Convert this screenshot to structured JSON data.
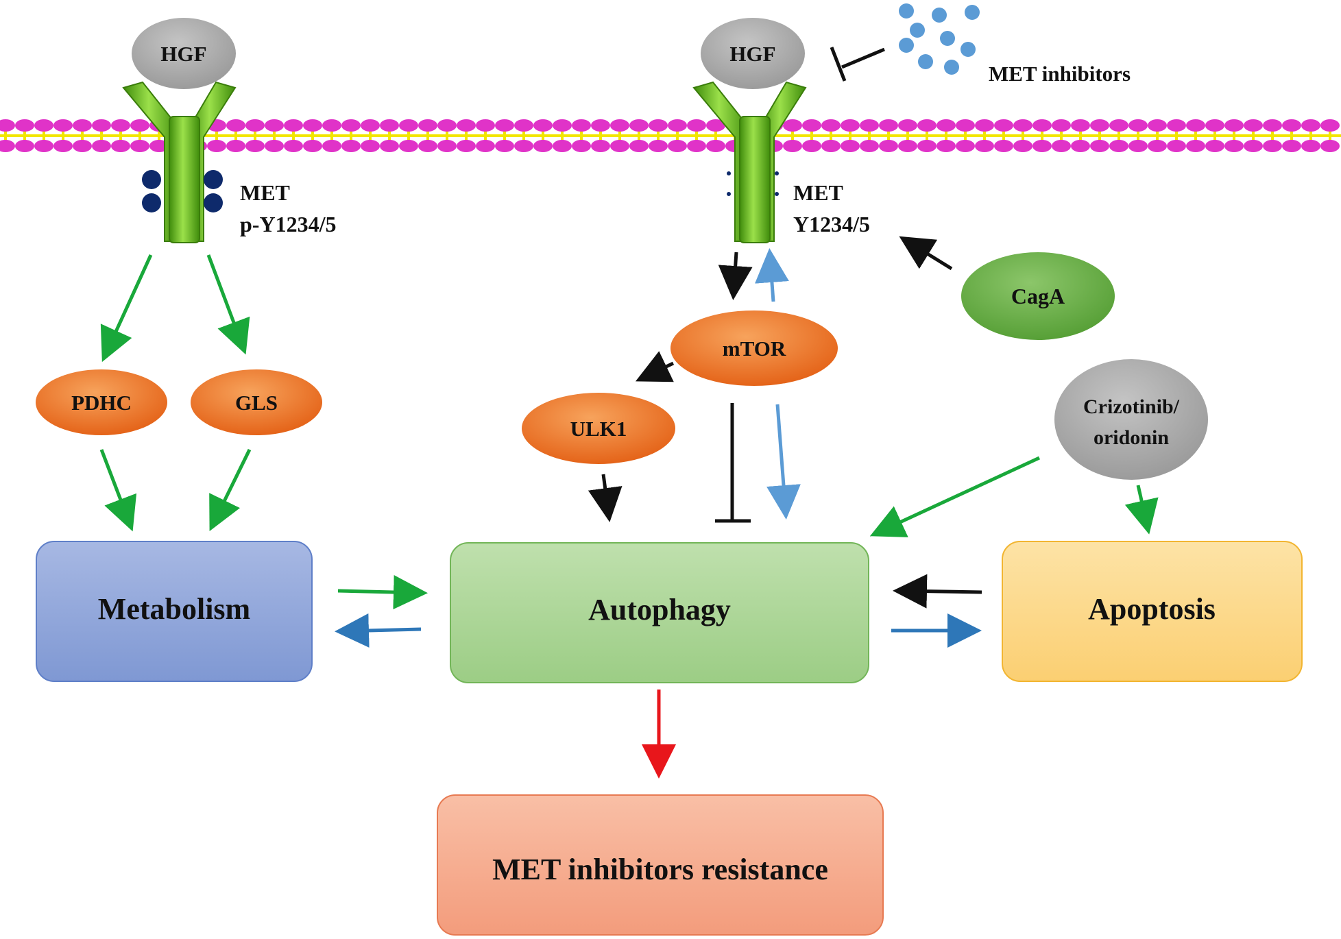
{
  "nodes": {
    "hgf_left": "HGF",
    "hgf_right": "HGF",
    "met_inhibitors": "MET inhibitors",
    "met_left_line1": "MET",
    "met_left_line2": "p-Y1234/5",
    "met_right_line1": "MET",
    "met_right_line2": "Y1234/5",
    "caga": "CagA",
    "mtor": "mTOR",
    "ulk1": "ULK1",
    "pdhc": "PDHC",
    "gls": "GLS",
    "crizotinib_line1": "Crizotinib/",
    "crizotinib_line2": "oridonin",
    "metabolism": "Metabolism",
    "autophagy": "Autophagy",
    "apoptosis": "Apoptosis",
    "resistance": "MET inhibitors resistance"
  },
  "colors": {
    "membrane_head": "#e033c8",
    "membrane_tail": "#f2e600",
    "receptor": "#66c21a",
    "hgf": "#a9a9a9",
    "orange_node": "#e8691e",
    "caga": "#5ea63a",
    "metabolism_box": "#8ea4d8",
    "autophagy_box": "#a9d394",
    "apoptosis_box": "#fcd98a",
    "resistance_box": "#f5a98d",
    "arrow_green": "#19a83a",
    "arrow_blue": "#2e77b8",
    "arrow_lightblue": "#5b9bd5",
    "arrow_black": "#111111",
    "arrow_red": "#e8161b",
    "phospho_dot": "#0e2a6b",
    "inhibitor_dot": "#5b9bd5"
  },
  "icons": [
    "met-receptor-icon",
    "membrane-bilayer-icon",
    "phosphate-dot-icon",
    "inhibitor-molecule-icon"
  ]
}
